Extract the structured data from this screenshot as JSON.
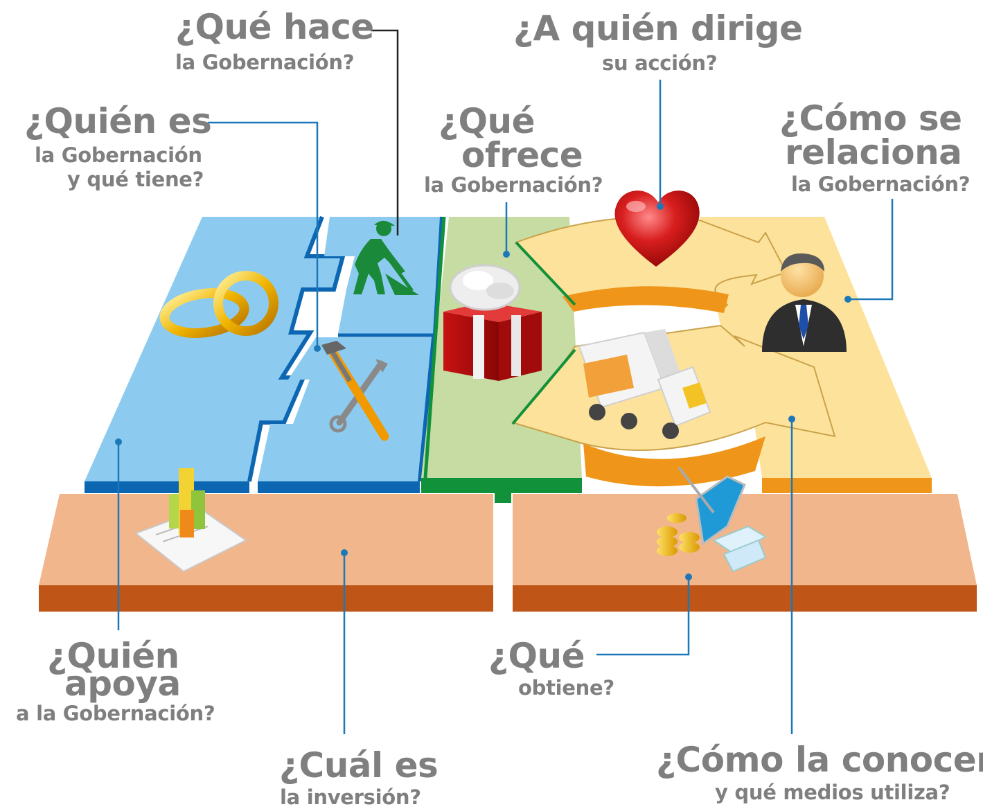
{
  "labels": {
    "que_hace": {
      "title": "¿Qué hace",
      "sub": "la Gobernación?"
    },
    "a_quien_dirige": {
      "title": "¿A quién dirige",
      "sub": "su acción?"
    },
    "quien_es": {
      "title": "¿Quién es",
      "sub1": "la Gobernación",
      "sub2": "y qué tiene?"
    },
    "que_ofrece": {
      "title1": "¿Qué",
      "title2": "ofrece",
      "sub": "la Gobernación?"
    },
    "como_se_relaciona": {
      "title1": "¿Cómo se",
      "title2": "relaciona",
      "sub": "la Gobernación?"
    },
    "quien_apoya": {
      "title1": "¿Quién",
      "title2": "apoya",
      "sub": "a la Gobernación?"
    },
    "cual_inversion": {
      "title": "¿Cuál es",
      "sub": "la inversión?"
    },
    "que_obtiene": {
      "title": "¿Qué",
      "sub": "obtiene?"
    },
    "como_la_conocen": {
      "title": "¿Cómo la conocen",
      "sub": "y qué medios utiliza?"
    }
  },
  "icons": [
    "rings-icon",
    "worker-digging-icon",
    "tools-icon",
    "gift-box-icon",
    "heart-icon",
    "businessman-icon",
    "delivery-truck-icon",
    "bar-chart-icon",
    "coins-pda-icon"
  ],
  "colors": {
    "blue_panel": "#8ccbef",
    "blue_edge": "#0c66b2",
    "green_panel": "#c6dca3",
    "green_edge": "#119139",
    "yellow_panel": "#fde29b",
    "orange_arc": "#ef9519",
    "salmon_panel": "#f1b68c",
    "salmon_edge": "#bf5617",
    "connector": "#1c78b8",
    "label_text": "#7f7f80"
  }
}
